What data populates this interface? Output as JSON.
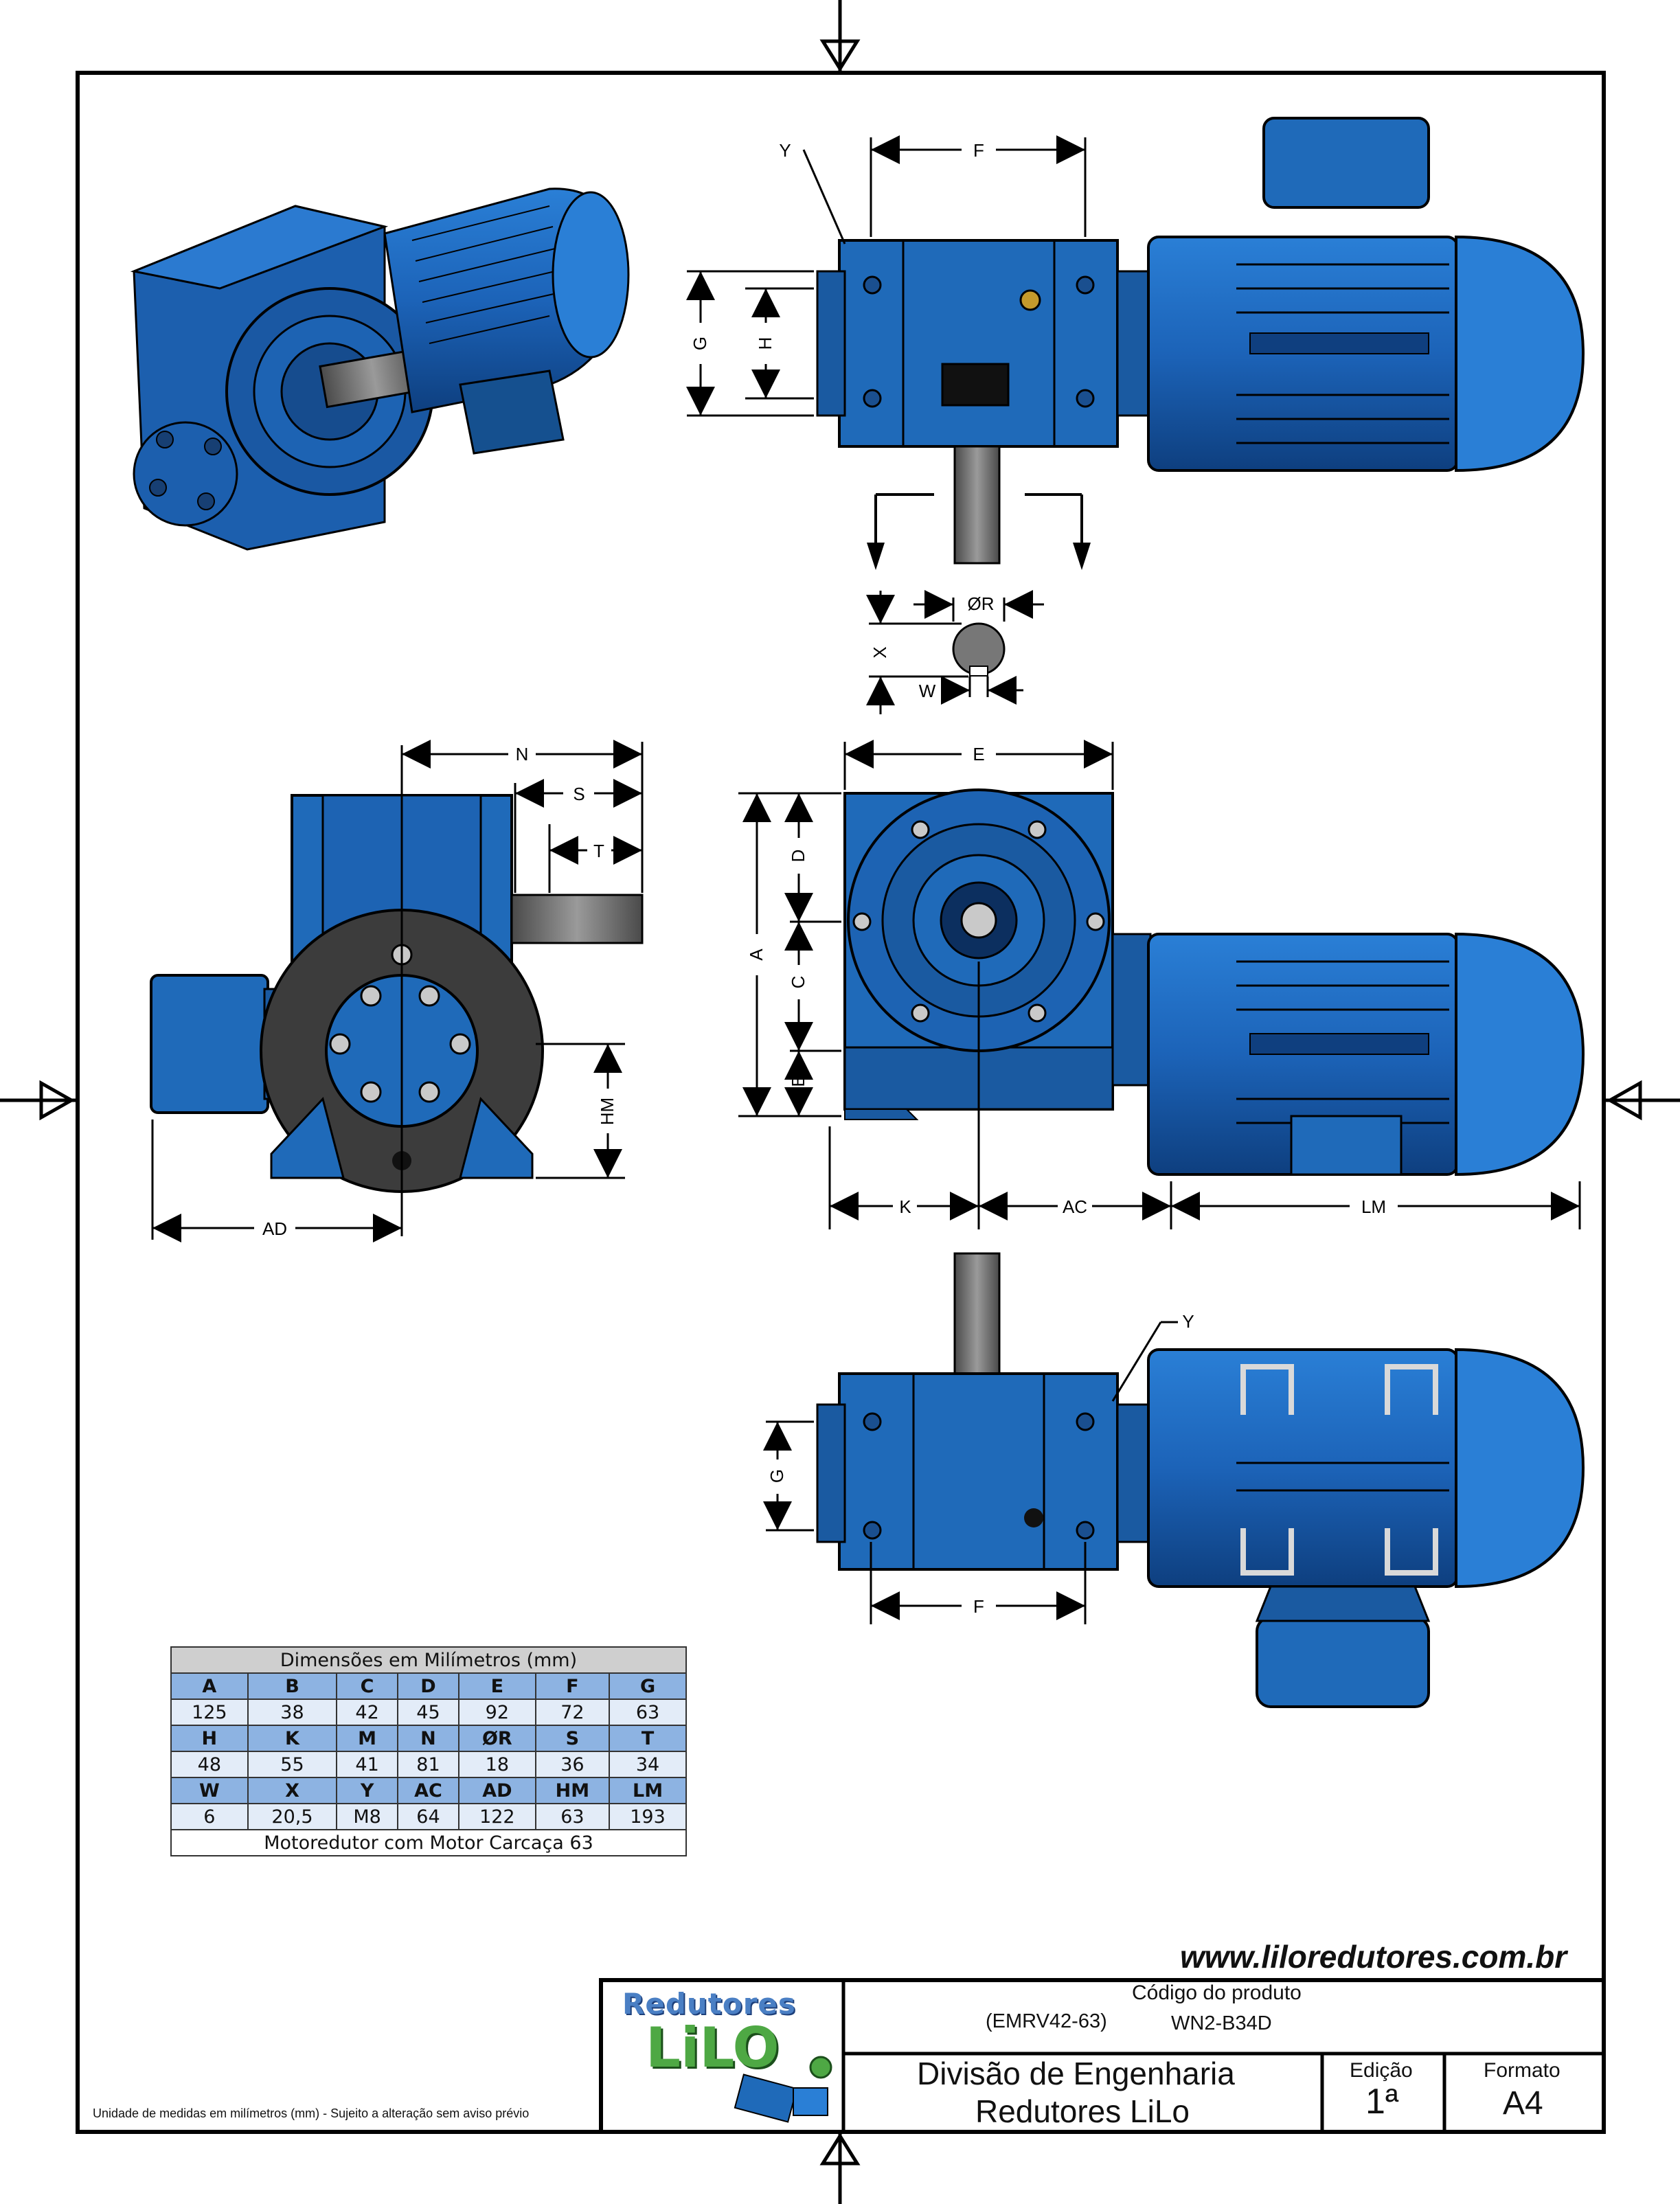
{
  "page": {
    "border_color": "#000000",
    "body_color": "#1f6fc4",
    "body_dark": "#0d3f80"
  },
  "views": {
    "front_labels": {
      "y": "Y",
      "f": "F",
      "g": "G",
      "h": "H"
    },
    "shaft_labels": {
      "r": "ØR",
      "x": "X",
      "w": "W"
    },
    "side_labels": {
      "n": "N",
      "s": "S",
      "t": "T",
      "hm": "HM",
      "ad": "AD"
    },
    "main_labels": {
      "e": "E",
      "a": "A",
      "d": "D",
      "c": "C",
      "b": "B",
      "k": "K",
      "ac": "AC",
      "lm": "LM"
    },
    "bottom_labels": {
      "y": "Y",
      "g": "G",
      "f": "F"
    }
  },
  "table": {
    "caption": "Dimensões em Milímetros (mm)",
    "rows": [
      {
        "headers": [
          "A",
          "B",
          "C",
          "D",
          "E",
          "F",
          "G"
        ],
        "values": [
          "125",
          "38",
          "42",
          "45",
          "92",
          "72",
          "63"
        ]
      },
      {
        "headers": [
          "H",
          "K",
          "M",
          "N",
          "ØR",
          "S",
          "T"
        ],
        "values": [
          "48",
          "55",
          "41",
          "81",
          "18",
          "36",
          "34"
        ]
      },
      {
        "headers": [
          "W",
          "X",
          "Y",
          "AC",
          "AD",
          "HM",
          "LM"
        ],
        "values": [
          "6",
          "20,5",
          "M8",
          "64",
          "122",
          "63",
          "193"
        ]
      }
    ],
    "footer": "Motoredutor com Motor Carcaça 63"
  },
  "footer_note": "Unidade de medidas em milímetros (mm) - Sujeito a alteração sem aviso prévio",
  "website": "www.liloredutores.com.br",
  "title_block": {
    "logo_top": "Redutores",
    "logo_big": "LiLO",
    "codigo_label": "Código do produto",
    "ref": "(EMRV42-63)",
    "code": "WN2-B34D",
    "division_line1": "Divisão de Engenharia",
    "division_line2": "Redutores LiLo",
    "edicao_label": "Edição",
    "edicao_value": "1ª",
    "formato_label": "Formato",
    "formato_value": "A4"
  }
}
